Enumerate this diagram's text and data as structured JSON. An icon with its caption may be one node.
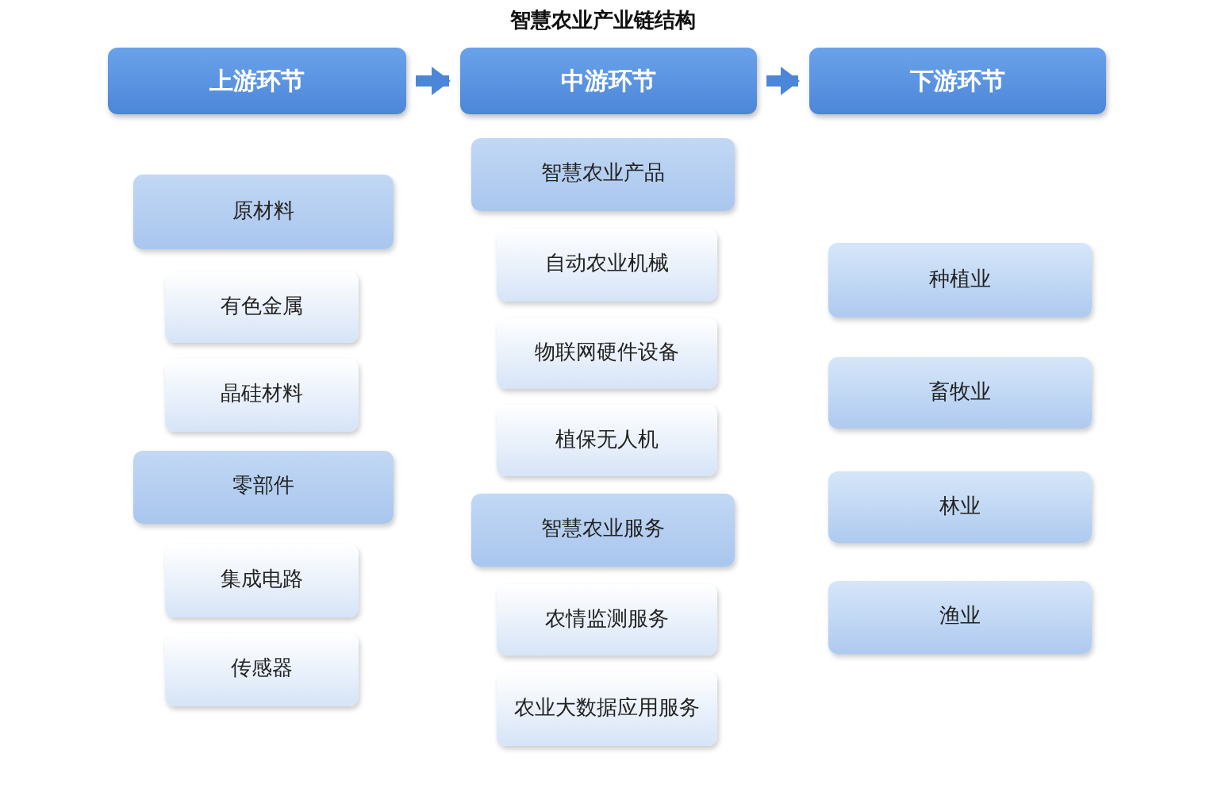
{
  "diagram": {
    "title": "智慧农业产业链结构",
    "nodes": [
      {
        "text": [
          "上游环节"
        ]
      },
      {
        "text": [
          "中游环节"
        ]
      },
      {
        "text": [
          "下游环节"
        ]
      },
      {
        "text": [
          "原材料"
        ]
      },
      {
        "text": [
          "有色金属"
        ]
      },
      {
        "text": [
          "晶硅材料"
        ]
      },
      {
        "text": [
          "零部件"
        ]
      },
      {
        "text": [
          "集成电路"
        ]
      },
      {
        "text": [
          "传感器"
        ]
      },
      {
        "text": [
          "智慧农业产品"
        ]
      },
      {
        "text": [
          "自动农业机械"
        ]
      },
      {
        "text": [
          "物联网硬件设备"
        ]
      },
      {
        "text": [
          "植保无人机"
        ]
      },
      {
        "text": [
          "智慧农业服务"
        ]
      },
      {
        "text": [
          "农情监测服务"
        ]
      },
      {
        "text": [
          "农业大数据应用服务"
        ]
      },
      {
        "text": [
          "种植业"
        ]
      },
      {
        "text": [
          "畜牧业"
        ]
      },
      {
        "text": [
          "林业"
        ]
      },
      {
        "text": [
          "渔业"
        ]
      }
    ],
    "edges": [
      {
        "from": 0,
        "to": 1,
        "arrow": "to"
      },
      {
        "from": 1,
        "to": 2,
        "arrow": "to"
      }
    ]
  }
}
